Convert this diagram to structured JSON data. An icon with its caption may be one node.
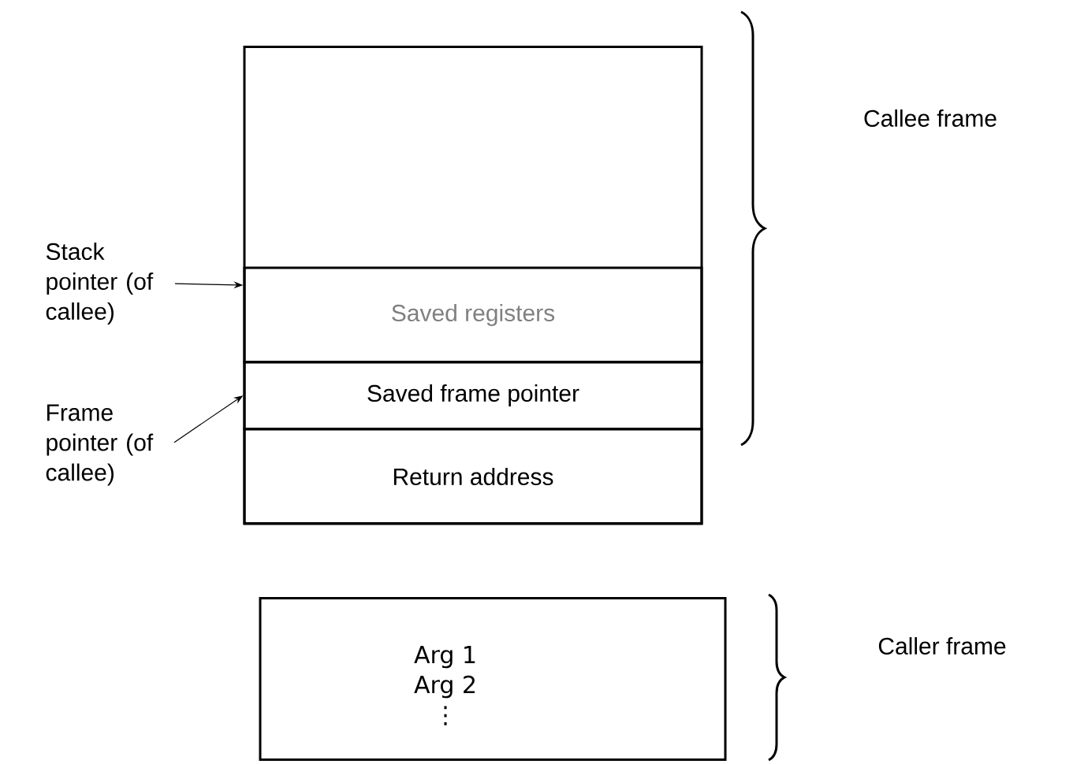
{
  "diagram": {
    "nodes": [
      {
        "text": [],
        "shape": "box"
      },
      {
        "text": [
          "Saved registers"
        ],
        "in": 0
      },
      {
        "text": [
          "Saved frame pointer"
        ],
        "in": 0
      },
      {
        "text": [
          "Return address"
        ],
        "in": 0
      },
      {
        "text": [
          "Stack pointer (of callee)"
        ]
      },
      {
        "text": [
          "Frame pointer (of callee)"
        ]
      },
      {
        "text": [
          "Arg 1",
          "Arg 2",
          "⋮"
        ]
      }
    ],
    "edges": [
      {
        "from": 4,
        "to": 0,
        "arrow": "to"
      },
      {
        "from": 5,
        "to": 2,
        "arrow": "to"
      }
    ],
    "labels": [
      "Callee frame",
      "Caller frame"
    ]
  }
}
